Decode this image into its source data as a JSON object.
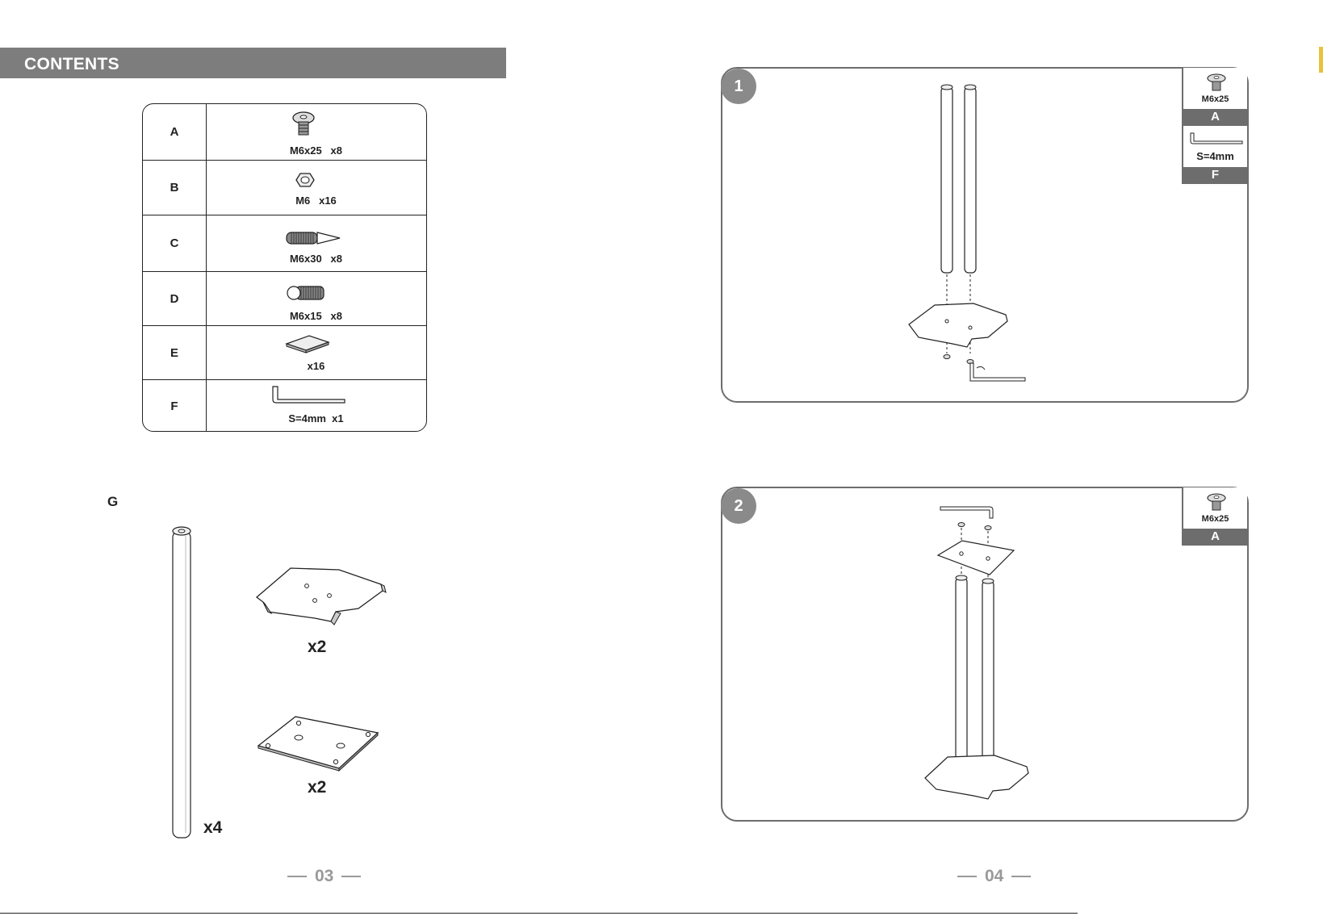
{
  "header": {
    "title": "CONTENTS"
  },
  "parts": [
    {
      "letter": "A",
      "caption": "M6x25   x8",
      "icon": "flat-head-bolt-icon"
    },
    {
      "letter": "B",
      "caption": "M6   x16",
      "icon": "hex-nut-icon"
    },
    {
      "letter": "C",
      "caption": "M6x30   x8",
      "icon": "spike-screw-icon"
    },
    {
      "letter": "D",
      "caption": "M6x15   x8",
      "icon": "threaded-insert-icon"
    },
    {
      "letter": "E",
      "caption": "x16",
      "icon": "pad-icon"
    },
    {
      "letter": "F",
      "caption": "S=4mm  x1",
      "icon": "allen-key-icon"
    }
  ],
  "group_g": {
    "letter": "G",
    "pole_qty": "x4",
    "base_plate_qty": "x2",
    "top_plate_qty": "x2"
  },
  "page_left": {
    "number": "03"
  },
  "page_right": {
    "number": "04"
  },
  "steps": [
    {
      "number": "1",
      "hardware": [
        {
          "caption": "M6x25",
          "letter": "A"
        },
        {
          "caption": "S=4mm",
          "letter": "F"
        }
      ]
    },
    {
      "number": "2",
      "hardware": [
        {
          "caption": "M6x25",
          "letter": "A"
        }
      ]
    }
  ]
}
